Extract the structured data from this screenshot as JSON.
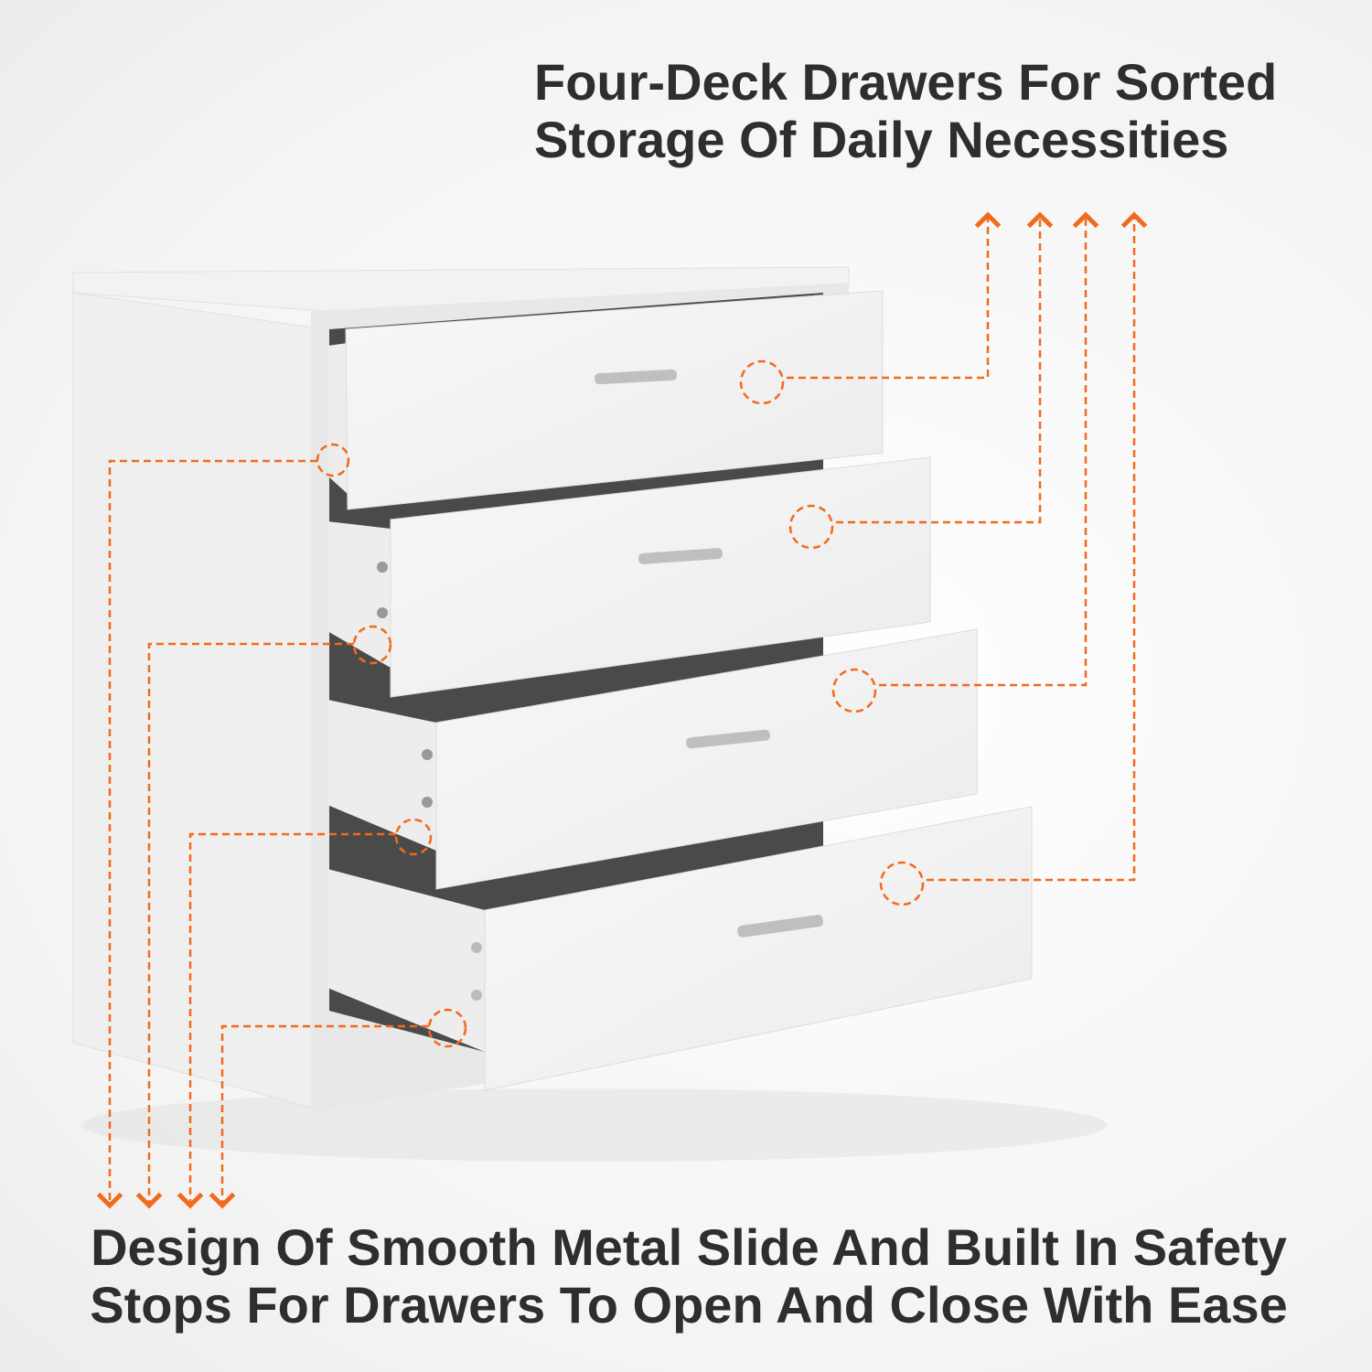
{
  "headline_top": {
    "line1": "Four-Deck Drawers For Sorted",
    "line2": "Storage Of Daily Necessities"
  },
  "headline_bottom": {
    "line1": "Design Of Smooth Metal Slide And Built In Safety",
    "line2": "Stops For Drawers To Open And Close With Ease"
  },
  "colors": {
    "accent": "#f26a1b",
    "text": "#2e2e2e",
    "interior": "#4a4a4a"
  }
}
